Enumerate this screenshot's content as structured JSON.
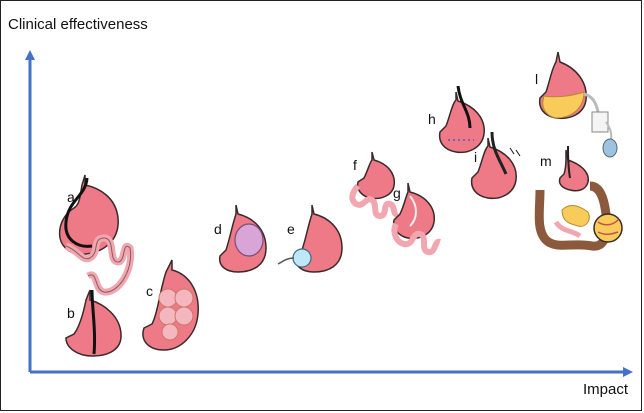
{
  "axes": {
    "y_label": "Clinical effectiveness",
    "x_label": "Impact",
    "color": "#4472C4"
  },
  "colors": {
    "stomach": "#EE7A87",
    "stomach_outline": "#3a2a2a",
    "intestine": "#F2A7B0",
    "balloon": "#BFE7F5",
    "fat": "#F8CB5A",
    "colon": "#8B5A3C"
  },
  "labels": {
    "a": "a",
    "b": "b",
    "c": "c",
    "d": "d",
    "e": "e",
    "f": "f",
    "g": "g",
    "h": "h",
    "i": "i",
    "l": "l",
    "m": "m"
  }
}
